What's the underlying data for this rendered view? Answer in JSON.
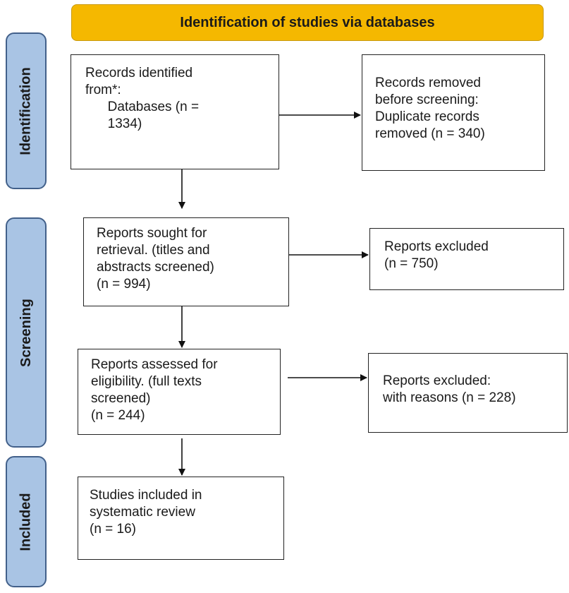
{
  "header": {
    "title": "Identification of studies via databases"
  },
  "phases": {
    "identification": "Identification",
    "screening": "Screening",
    "included": "Included"
  },
  "boxes": {
    "records_identified": "Records identified\nfrom*:\n      Databases (n =\n      1334)",
    "records_removed": "Records removed\nbefore screening:\nDuplicate records\nremoved (n = 340)",
    "reports_sought": "Reports sought for\nretrieval. (titles and\nabstracts screened)\n(n = 994)",
    "reports_excluded_1": "Reports excluded\n(n = 750)",
    "reports_assessed": "Reports assessed for\neligibility. (full texts\nscreened)\n(n = 244)",
    "reports_excluded_2": "Reports excluded:\nwith reasons (n = 228)",
    "studies_included": "Studies included in\nsystematic review\n(n = 16)"
  }
}
